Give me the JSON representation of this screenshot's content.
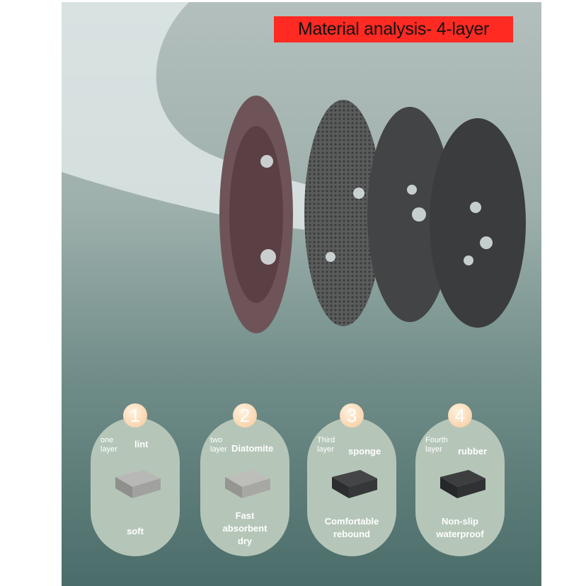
{
  "title": "Material analysis- 4-layer",
  "colors": {
    "title_bg": "#ff2a22",
    "card_bg": "#b5c6b8",
    "badge": "#f7c89a"
  },
  "layers": [
    {
      "number": "1",
      "ordinal_line1": "one",
      "ordinal_line2": "layer",
      "material": "lint",
      "desc_line1": "",
      "desc_line2": "",
      "desc_line3": "soft",
      "block_color": "#9a9a98"
    },
    {
      "number": "2",
      "ordinal_line1": "two",
      "ordinal_line2": "layer",
      "material": "Diatomite",
      "desc_line1": "Fast",
      "desc_line2": "absorbent",
      "desc_line3": "dry",
      "block_color": "#a3a3a0"
    },
    {
      "number": "3",
      "ordinal_line1": "Third",
      "ordinal_line2": "layer",
      "material": "sponge",
      "desc_line1": "",
      "desc_line2": "Comfortable",
      "desc_line3": "rebound",
      "block_color": "#3a3b3c"
    },
    {
      "number": "4",
      "ordinal_line1": "Fourth",
      "ordinal_line2": "layer",
      "material": "rubber",
      "desc_line1": "",
      "desc_line2": "Non-slip",
      "desc_line3": "waterproof",
      "block_color": "#333435"
    }
  ]
}
